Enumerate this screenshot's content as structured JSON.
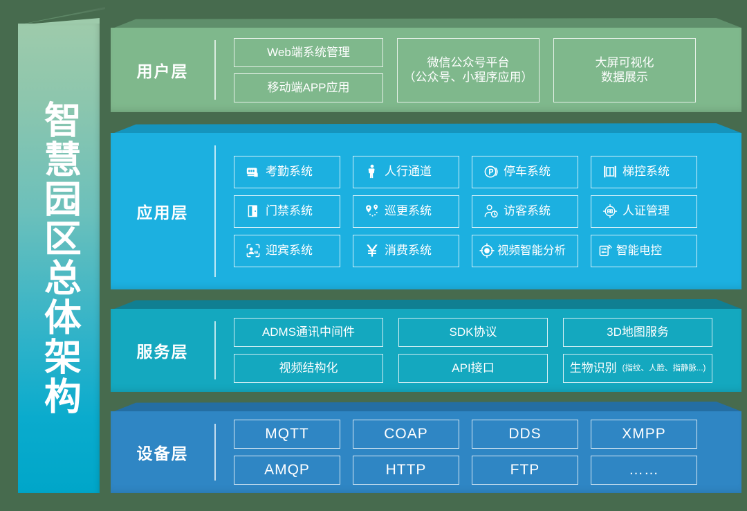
{
  "banner": {
    "title": "智慧园区总体架构"
  },
  "colors": {
    "background": "#476b4e",
    "user_layer": "#7fb88c",
    "app_layer": "#1cb0e0",
    "service_layer": "#14a8bf",
    "device_layer": "#2f86c4",
    "banner_gradient_start": "#9ecbab",
    "banner_gradient_end": "#00a6c9",
    "box_border": "#ffffff"
  },
  "layers": {
    "user": {
      "label": "用户层",
      "col1": [
        {
          "text": "Web端系统管理"
        },
        {
          "text": "移动端APP应用"
        }
      ],
      "col2": [
        {
          "line1": "微信公众号平台",
          "line2": "（公众号、小程序应用）"
        }
      ],
      "col3": [
        {
          "line1": "大屏可视化",
          "line2": "数据展示"
        }
      ]
    },
    "app": {
      "label": "应用层",
      "rows": [
        [
          {
            "text": "考勤系统",
            "icon": "attendance-machine-icon"
          },
          {
            "text": "人行通道",
            "icon": "pedestrian-icon"
          },
          {
            "text": "停车系统",
            "icon": "parking-icon"
          },
          {
            "text": "梯控系统",
            "icon": "elevator-icon"
          }
        ],
        [
          {
            "text": "门禁系统",
            "icon": "door-icon"
          },
          {
            "text": "巡更系统",
            "icon": "patrol-route-icon"
          },
          {
            "text": "访客系统",
            "icon": "visitor-clock-icon"
          },
          {
            "text": "人证管理",
            "icon": "id-card-scan-icon"
          }
        ],
        [
          {
            "text": "迎宾系统",
            "icon": "face-scan-icon"
          },
          {
            "text": "消费系统",
            "icon": "yen-icon"
          },
          {
            "text": "视频智能分析",
            "icon": "camera-lens-icon"
          },
          {
            "text": "智能电控",
            "icon": "smart-control-icon"
          }
        ]
      ]
    },
    "service": {
      "label": "服务层",
      "rows": [
        [
          {
            "text": "ADMS通讯中间件"
          },
          {
            "text": "SDK协议"
          },
          {
            "text": "3D地图服务"
          }
        ],
        [
          {
            "text": "视频结构化"
          },
          {
            "text": "API接口"
          },
          {
            "text": "生物识别",
            "sub": "(指纹、人脸、指静脉...)"
          }
        ]
      ]
    },
    "device": {
      "label": "设备层",
      "rows": [
        [
          {
            "text": "MQTT"
          },
          {
            "text": "COAP"
          },
          {
            "text": "DDS"
          },
          {
            "text": "XMPP"
          }
        ],
        [
          {
            "text": "AMQP"
          },
          {
            "text": "HTTP"
          },
          {
            "text": "FTP"
          },
          {
            "text": "……"
          }
        ]
      ]
    }
  }
}
